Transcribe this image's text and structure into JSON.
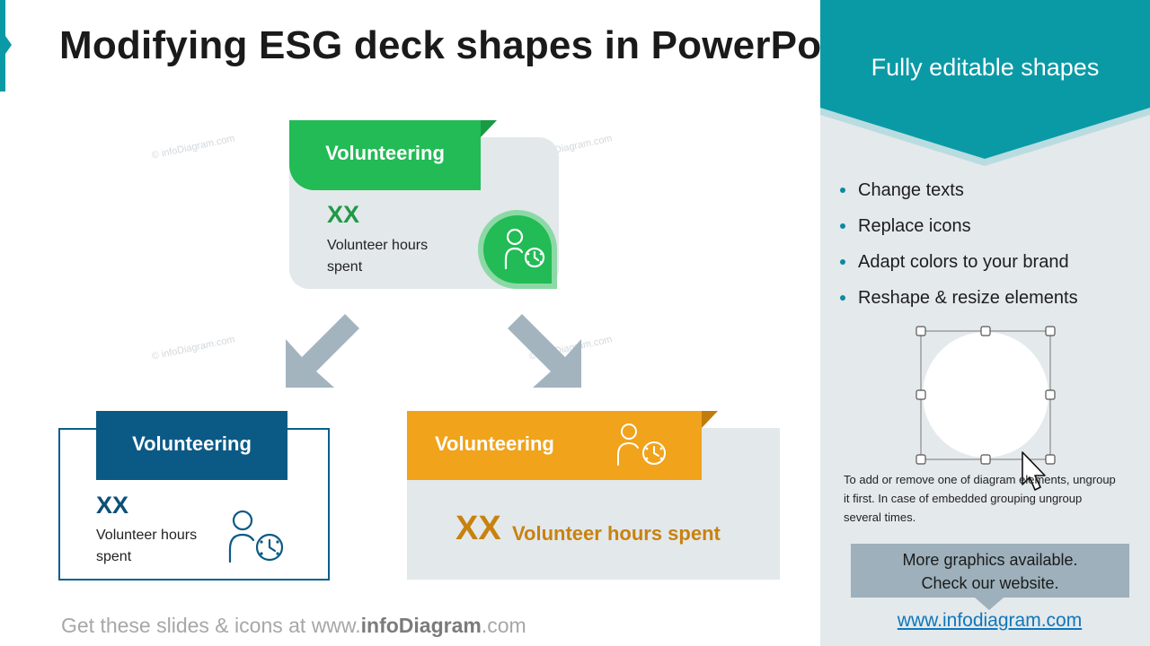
{
  "slide": {
    "title": "Modifying ESG deck shapes in PowerPoint",
    "watermark": "© infoDiagram.com",
    "footer": {
      "prefix": "Get these slides & icons at www.",
      "brand": "infoDiagram",
      "suffix": ".com"
    }
  },
  "cards": [
    {
      "title": "Volunteering",
      "value": "XX",
      "description": "Volunteer hours spent",
      "color": "#22bb55",
      "icon": "volunteer-clock-icon"
    },
    {
      "title": "Volunteering",
      "value": "XX",
      "description": "Volunteer hours spent",
      "color": "#0b5a86",
      "icon": "volunteer-clock-icon"
    },
    {
      "title": "Volunteering",
      "value": "XX",
      "description": "Volunteer hours spent",
      "color": "#f0a31b",
      "icon": "volunteer-clock-icon"
    }
  ],
  "sidebar": {
    "title": "Fully editable shapes",
    "bullets": [
      "Change texts",
      "Replace icons",
      "Adapt colors to your brand",
      "Reshape & resize elements"
    ],
    "hint": "To add or remove one of diagram elements, ungroup it first. In case of embedded grouping ungroup several times.",
    "more_line1": "More graphics available.",
    "more_line2": "Check our website.",
    "link": "www.infodiagram.com",
    "accent_color": "#0a9aa6"
  }
}
